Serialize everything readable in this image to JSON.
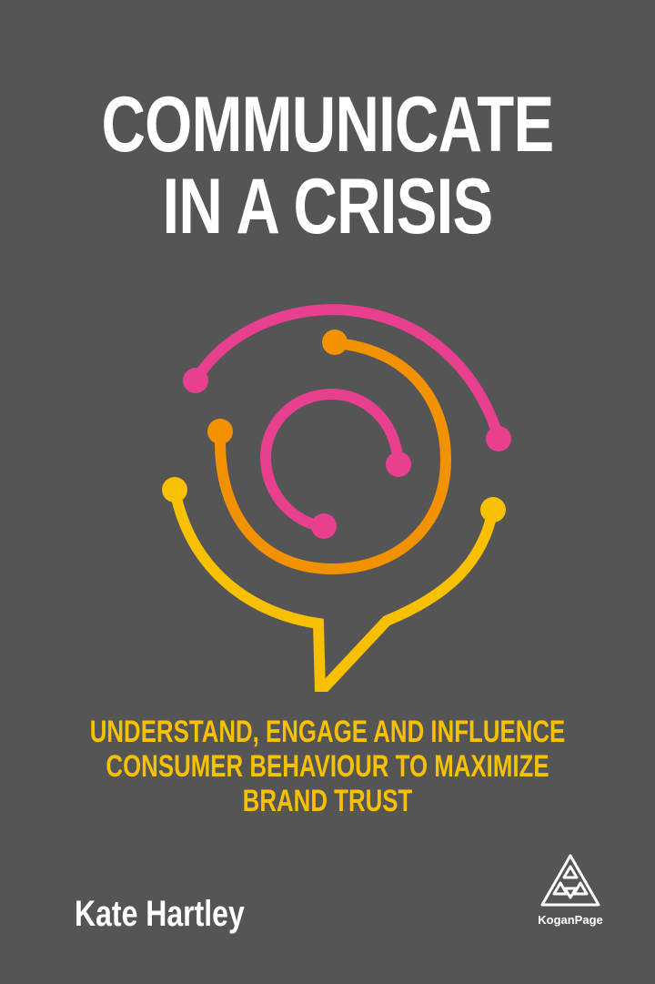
{
  "cover": {
    "title_line1": "COMMUNICATE",
    "title_line2": "IN A CRISIS",
    "subtitle_line1": "UNDERSTAND, ENGAGE AND INFLUENCE",
    "subtitle_line2": "CONSUMER BEHAVIOUR TO MAXIMIZE",
    "subtitle_line3": "BRAND TRUST",
    "author": "Kate Hartley",
    "publisher": "KoganPage"
  },
  "colors": {
    "background": "#555555",
    "title": "#ffffff",
    "subtitle": "#f7c000",
    "pink": "#e8408f",
    "orange": "#f39200",
    "yellow": "#f7c000"
  }
}
